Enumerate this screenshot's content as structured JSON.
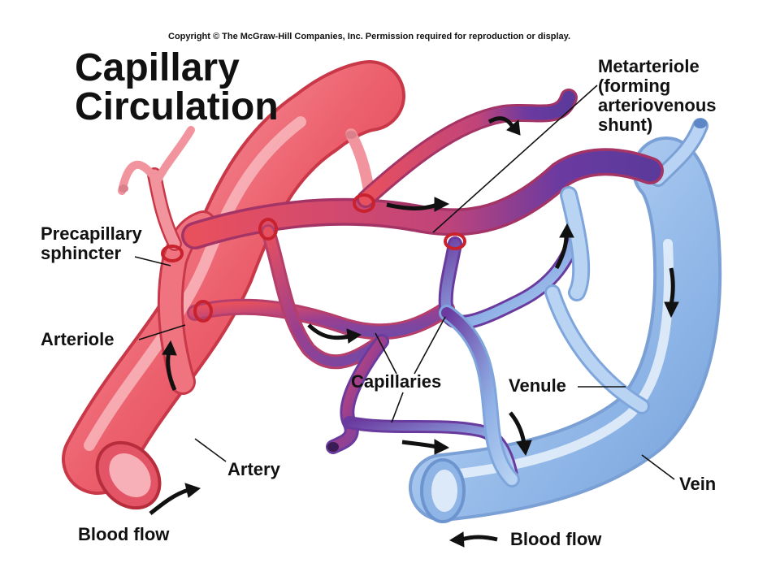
{
  "copyright": "Copyright © The McGraw-Hill Companies, Inc. Permission required for reproduction or display.",
  "title": {
    "line1": "Capillary",
    "line2": "Circulation"
  },
  "labels": {
    "metarteriole": {
      "line1": "Metarteriole",
      "line2": "(forming",
      "line3": "arteriovenous",
      "line4": "shunt)"
    },
    "precapillary_sphincter": {
      "line1": "Precapillary",
      "line2": "sphincter"
    },
    "arteriole": "Arteriole",
    "capillaries": "Capillaries",
    "venule": "Venule",
    "artery": "Artery",
    "vein": "Vein",
    "blood_flow_left": "Blood flow",
    "blood_flow_right": "Blood flow"
  },
  "colors": {
    "arterial": "#e8505e",
    "arterial_light": "#f7a3ab",
    "venous": "#8fb8e8",
    "venous_light": "#d6e6f8",
    "deoxygenated_capillary": "#6b3aa0",
    "sphincter": "#c8222e",
    "text": "#111111"
  }
}
